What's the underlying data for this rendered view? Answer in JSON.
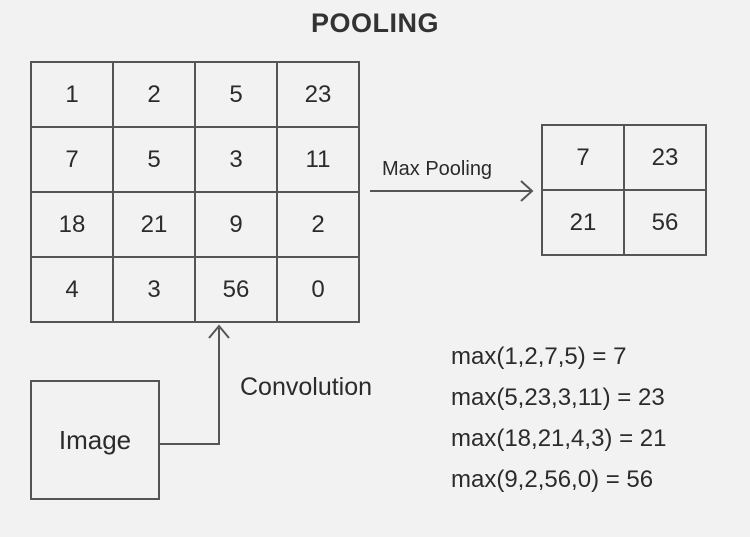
{
  "title": "POOLING",
  "input_grid": [
    [
      "1",
      "2",
      "5",
      "23"
    ],
    [
      "7",
      "5",
      "3",
      "11"
    ],
    [
      "18",
      "21",
      "9",
      "2"
    ],
    [
      "4",
      "3",
      "56",
      "0"
    ]
  ],
  "output_grid": [
    [
      "7",
      "23"
    ],
    [
      "21",
      "56"
    ]
  ],
  "arrow_label": "Max Pooling",
  "image_box_label": "Image",
  "convolution_label": "Convolution",
  "formulas": [
    "max(1,2,7,5) = 7",
    "max(5,23,3,11) = 23",
    "max(18,21,4,3) = 21",
    "max(9,2,56,0) = 56"
  ]
}
